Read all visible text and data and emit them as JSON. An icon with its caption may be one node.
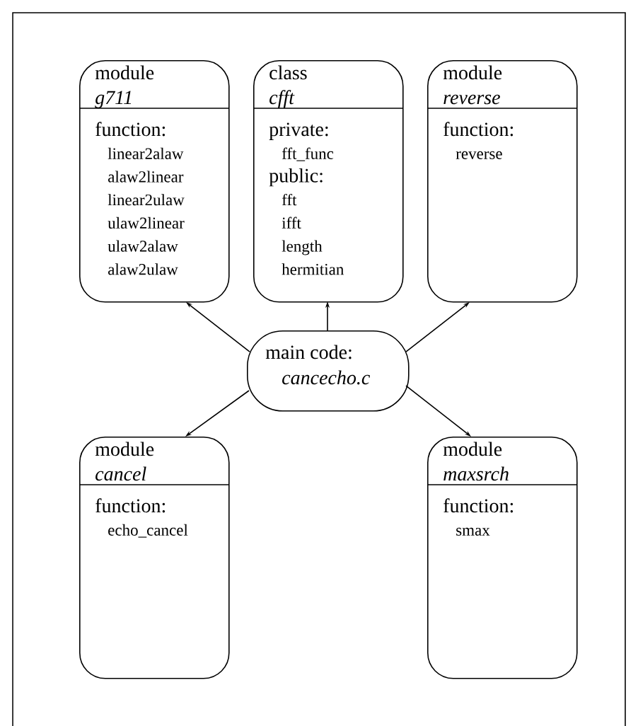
{
  "diagram": {
    "nodes": [
      {
        "text": [
          "module",
          "g711",
          "function:",
          "linear2alaw",
          "alaw2linear",
          "linear2ulaw",
          "ulaw2linear",
          "ulaw2alaw",
          "alaw2ulaw"
        ]
      },
      {
        "text": [
          "class",
          "cfft",
          "private:",
          "fft_func",
          "public:",
          "fft",
          "ifft",
          "length",
          "hermitian"
        ]
      },
      {
        "text": [
          "module",
          "reverse",
          "function:",
          "reverse"
        ]
      },
      {
        "text": [
          "main code:",
          "cancecho.c"
        ]
      },
      {
        "text": [
          "module",
          "cancel",
          "function:",
          "echo_cancel"
        ]
      },
      {
        "text": [
          "module",
          "maxsrch",
          "function:",
          "smax"
        ]
      }
    ],
    "edges": [
      {
        "from": 3,
        "to": 0,
        "arrow": "to"
      },
      {
        "from": 3,
        "to": 1,
        "arrow": "to"
      },
      {
        "from": 3,
        "to": 2,
        "arrow": "to"
      },
      {
        "from": 3,
        "to": 4,
        "arrow": "to"
      },
      {
        "from": 3,
        "to": 5,
        "arrow": "to"
      }
    ]
  }
}
